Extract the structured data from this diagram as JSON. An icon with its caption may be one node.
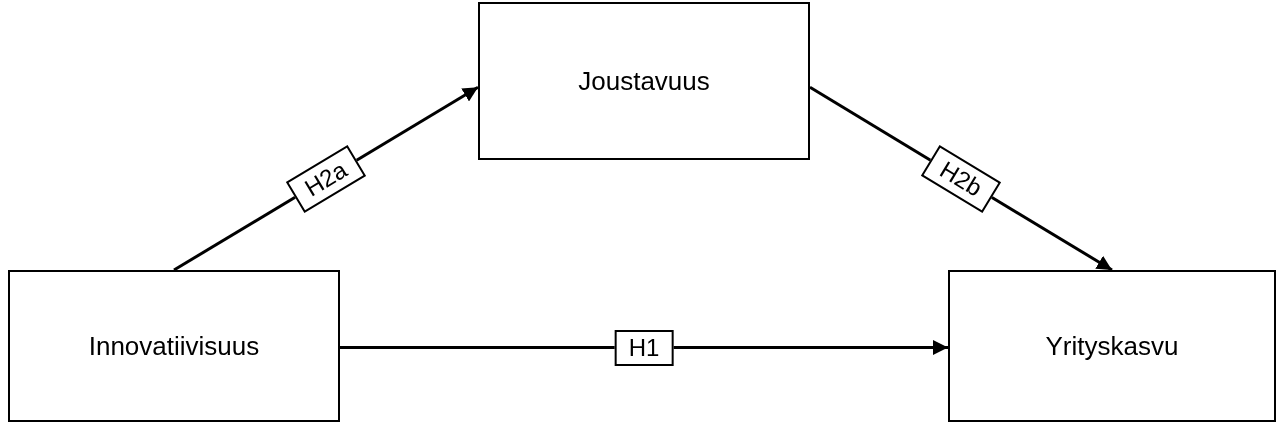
{
  "diagram": {
    "nodes": [
      {
        "text": [
          "Innovatiivisuus"
        ]
      },
      {
        "text": [
          "Joustavuus"
        ]
      },
      {
        "text": [
          "Yrityskasvu"
        ]
      }
    ],
    "edges": [
      {
        "from": 0,
        "to": 1,
        "arrow": "to",
        "label": "H2a"
      },
      {
        "from": 1,
        "to": 2,
        "arrow": "to",
        "label": "H2b"
      },
      {
        "from": 0,
        "to": 2,
        "arrow": "to",
        "label": "H1"
      }
    ]
  }
}
